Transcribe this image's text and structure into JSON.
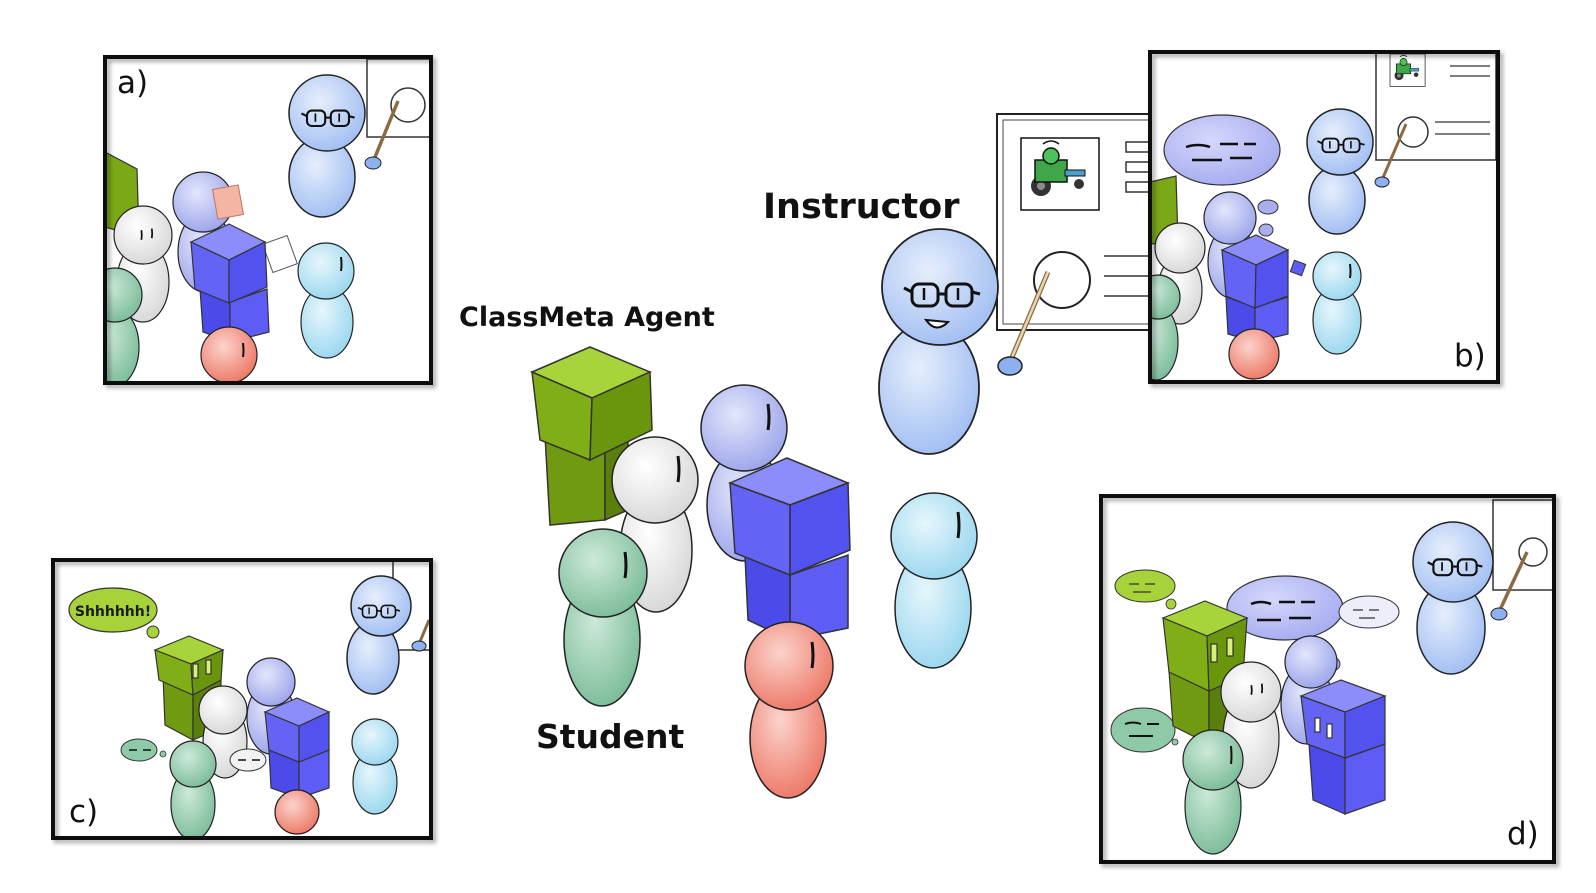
{
  "labels": {
    "classmeta_agent": "ClassMeta Agent",
    "instructor": "Instructor",
    "student": "Student"
  },
  "panels": {
    "a": {
      "label": "a)"
    },
    "b": {
      "label": "b)"
    },
    "c": {
      "label": "c)",
      "speech": "Shhhhhh!"
    },
    "d": {
      "label": "d)"
    }
  },
  "colors": {
    "agent_green": "#8cbf1f",
    "agent_blue": "#5b5bf0",
    "instructor_blue": "#b3cdf7",
    "student_white": "#f2f2f2",
    "student_teal": "#8ec9a8",
    "student_lavender": "#b0b7ef",
    "student_cyan": "#b3e2f3",
    "student_red": "#f0897a"
  },
  "icons": {
    "whiteboard": "whiteboard-icon",
    "robot": "robot-car-icon",
    "pointer": "pointer-stick-icon",
    "speech": "speech-bubble-icon",
    "thought": "thought-bubble-icon"
  }
}
